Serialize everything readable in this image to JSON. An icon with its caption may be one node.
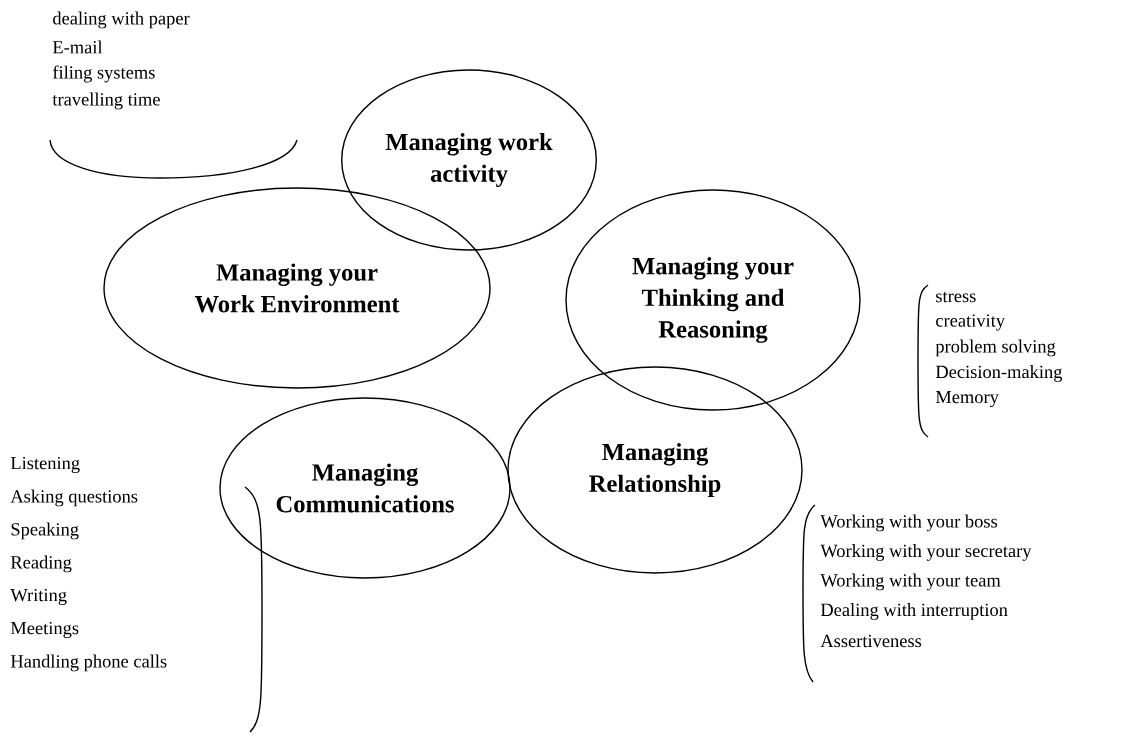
{
  "diagram": {
    "nodes": [
      {
        "text": [
          "Managing work activity"
        ]
      },
      {
        "text": [
          "Managing your Work Environment"
        ]
      },
      {
        "text": [
          "Managing your Thinking and Reasoning"
        ]
      },
      {
        "text": [
          "Managing Communications"
        ]
      },
      {
        "text": [
          "Managing Relationship"
        ]
      }
    ],
    "labels": [
      "dealing with paper",
      "E-mail",
      "filing systems",
      "travelling time",
      "stress",
      "creativity",
      "problem solving",
      "Decision-making",
      "Memory",
      "Listening",
      "Asking questions",
      "Speaking",
      "Reading",
      "Writing",
      "Meetings",
      "Handling phone calls",
      "Working with your boss",
      "Working with your secretary",
      "Working with your team",
      "Dealing with interruption",
      "Assertiveness"
    ]
  }
}
